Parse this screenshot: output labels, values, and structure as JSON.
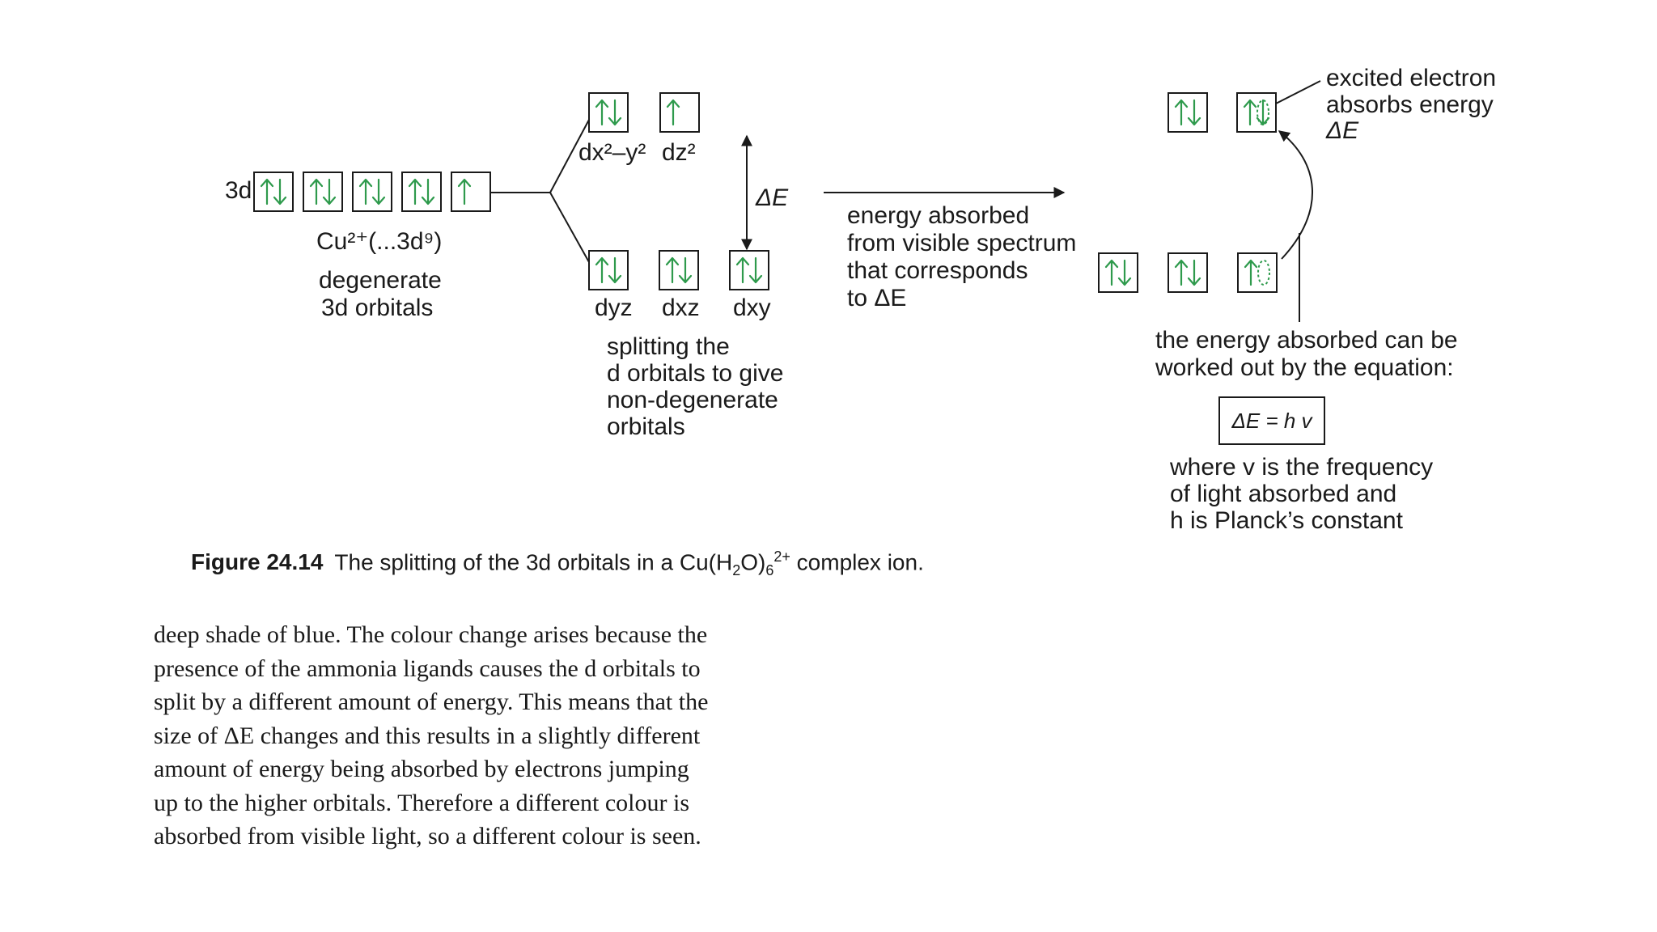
{
  "diagram": {
    "shell_label": "3d",
    "ion_label": "Cu²⁺(...3d⁹)",
    "degenerate_label_1": "degenerate",
    "degenerate_label_2": "3d orbitals",
    "orbital_x2y2": "dx²–y²",
    "orbital_z2": "dz²",
    "orbital_yz": "dyz",
    "orbital_xz": "dxz",
    "orbital_xy": "dxy",
    "delta_e": "ΔE",
    "splitting_note": [
      "splitting the",
      "d orbitals to give",
      "non-degenerate",
      "orbitals"
    ],
    "absorbed_note": [
      "energy absorbed",
      "from visible spectrum",
      "that corresponds",
      "to ΔE"
    ],
    "excited_note": [
      "excited electron",
      "absorbs energy",
      "ΔE"
    ],
    "equation_intro": [
      "the energy absorbed can be",
      "worked out by the equation:"
    ],
    "equation": "ΔE = h v",
    "equation_note": [
      "where v is the frequency",
      "of light absorbed and",
      "h is Planck’s constant"
    ],
    "colors": {
      "electron_arrow": "#2e9a4c",
      "line": "#1a1a1a"
    }
  },
  "caption": {
    "figure_number": "Figure 24.14",
    "text_before": "The splitting of the 3d orbitals in a Cu(H",
    "sub_2": "2",
    "text_mid": "O)",
    "sub_6": "6",
    "sup_charge": "2+",
    "text_after": " complex ion."
  },
  "body_lines": [
    "deep shade of blue. The colour change arises because the",
    "presence of the ammonia ligands causes the d orbitals to",
    "split by a different amount of energy. This means that the",
    "size of ΔE changes and this results in a slightly different",
    "amount of energy being absorbed by electrons jumping",
    "up to the higher orbitals. Therefore a different colour is",
    "absorbed from visible light, so a different colour is seen."
  ]
}
